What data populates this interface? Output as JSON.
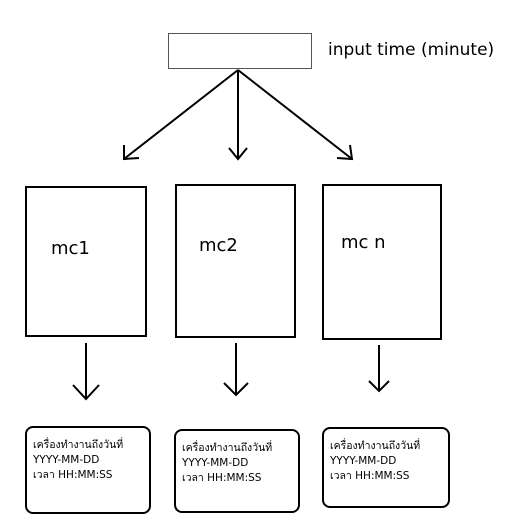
{
  "input": {
    "label": "input time (minute)",
    "value": ""
  },
  "machines": [
    {
      "label": "mc1"
    },
    {
      "label": "mc2"
    },
    {
      "label": "mc n"
    }
  ],
  "outputs": [
    {
      "line1": "เครื่องทำงานถึงวันที่",
      "line2": "YYYY-MM-DD",
      "line3": "เวลา HH:MM:SS"
    },
    {
      "line1": "เครื่องทำงานถึงวันที่",
      "line2": "YYYY-MM-DD",
      "line3": "เวลา HH:MM:SS"
    },
    {
      "line1": "เครื่องทำงานถึงวันที่",
      "line2": "YYYY-MM-DD",
      "line3": "เวลา HH:MM:SS"
    }
  ],
  "colors": {
    "stroke": "#000000",
    "input_border": "#555555",
    "background": "#ffffff"
  }
}
